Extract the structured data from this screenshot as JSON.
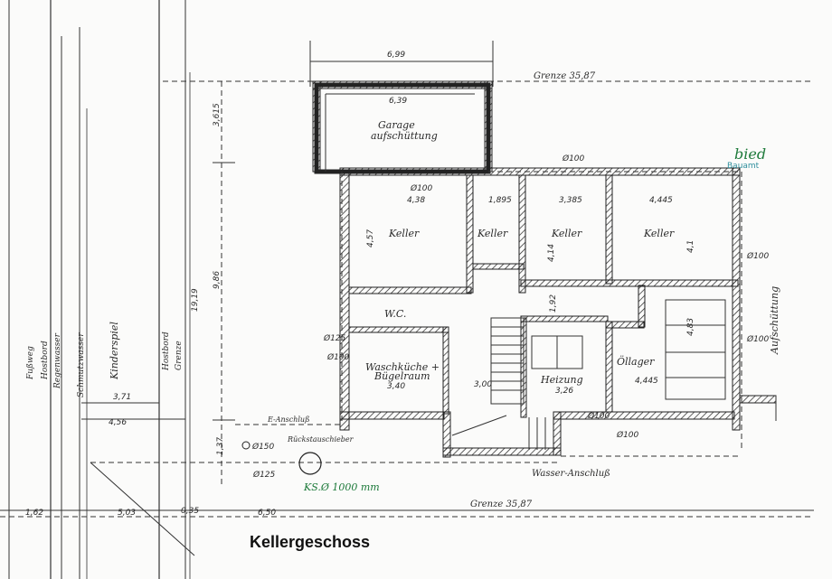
{
  "caption": "Kellergeschoss",
  "stamp": {
    "handwriting": "bied",
    "text": "Bauamt"
  },
  "rooms": {
    "garage_line1": "Garage",
    "garage_line2": "aufschüttung",
    "keller1": "Keller",
    "keller2": "Keller",
    "keller3": "Keller",
    "keller4": "Keller",
    "wc": "W.C.",
    "waschkueche_line1": "Waschküche +",
    "waschkueche_line2": "Bügelraum",
    "heizung": "Heizung",
    "oellager": "Öllager",
    "aufschuettung": "Aufschüttung"
  },
  "labels": {
    "grenze_top": "Grenze 35,87",
    "grenze_bottom": "Grenze 35,87",
    "fussweg": "Fußweg",
    "hostbord": "Hostbord",
    "regenwasser": "Regenwasser",
    "schmutzwasser": "Schmutzwasser",
    "kinderspiel": "Kinderspiel",
    "hostbord2": "Hostbord",
    "grenze_left": "Grenze",
    "e_anschluss": "E-Anschluß",
    "rueckstauschieber": "Rückstauschieber",
    "ks": "KS.Ø 1000 mm",
    "wasser": "Wasser-Anschluß"
  },
  "dimensions": {
    "d_699": "6,99",
    "d_639": "6,39",
    "d_3615": "3,615",
    "d_986": "9,86",
    "d_1919": "19,19",
    "d_438": "4,38",
    "d_189": "1,895",
    "d_3385": "3,385",
    "d_4445": "4,445",
    "d_457": "4,57",
    "d_414": "4,14",
    "d_411": "4,1",
    "d_192": "1,92",
    "d_340": "3,40",
    "d_300": "3,00",
    "d_326": "3,26",
    "d_4445b": "4,445",
    "d_483": "4,83",
    "d_371": "3,71",
    "d_456": "4,56",
    "d_137": "1,37",
    "d_162": "1,62",
    "d_503": "5,03",
    "d_035": "0,35",
    "d_650": "6,50",
    "phi100_top": "Ø100",
    "phi100_a": "Ø100",
    "phi100_right": "Ø100",
    "phi100_b": "Ø100",
    "phi100_c": "Ø100",
    "phi100_d": "Ø100",
    "phi125": "Ø125",
    "phi125b": "Ø125",
    "phi150": "Ø150",
    "phi100_left": "Ø100"
  }
}
